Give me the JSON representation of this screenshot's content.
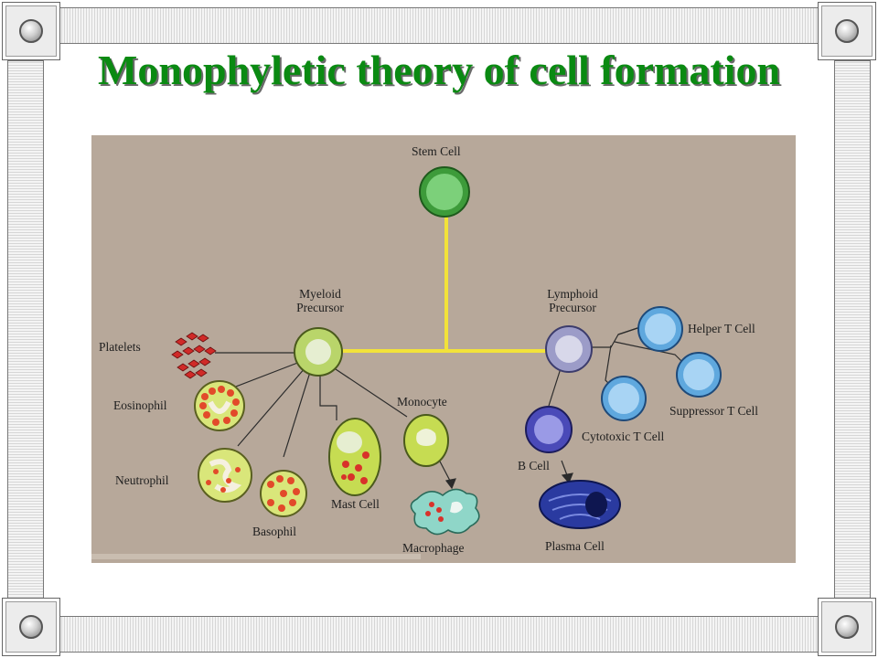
{
  "title": "Monophyletic theory of cell formation",
  "diagram": {
    "labels": {
      "stem_cell": "Stem Cell",
      "myeloid_line1": "Myeloid",
      "myeloid_line2": "Precursor",
      "lymphoid_line1": "Lymphoid",
      "lymphoid_line2": "Precursor",
      "platelets": "Platelets",
      "eosinophil": "Eosinophil",
      "neutrophil": "Neutrophil",
      "basophil": "Basophil",
      "mast_cell": "Mast Cell",
      "monocyte": "Monocyte",
      "macrophage": "Macrophage",
      "helper_t": "Helper T Cell",
      "suppressor_t": "Suppressor T Cell",
      "cytotoxic_t": "Cytotoxic T Cell",
      "b_cell": "B Cell",
      "plasma_cell": "Plasma Cell"
    },
    "colors": {
      "background": "#b7a89a",
      "connector_yellow": "#f2e23a",
      "stem_green": "#5fc25a",
      "myeloid": "#c9e27a",
      "lymphoid": "#b8b8d8",
      "t_cell_blue": "#8fc8ee",
      "b_cell": "#6f6fd0",
      "granule_red": "#e0402a",
      "plasma": "#2a3aa0"
    }
  }
}
